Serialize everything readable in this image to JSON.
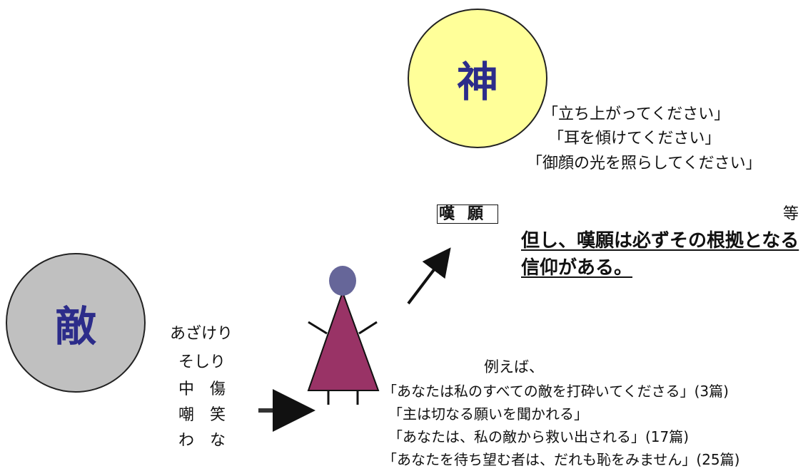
{
  "colors": {
    "god_fill": "#ffff99",
    "enemy_fill": "#c0c0c0",
    "label_color": "#2c2c8a",
    "person_body": "#993366",
    "person_head": "#666699"
  },
  "god": {
    "label": "神"
  },
  "enemy": {
    "label": "敵"
  },
  "petitions": [
    "「立ち上がってください」",
    "「耳を傾けてください」",
    "「御顔の光を照らしてください」"
  ],
  "lament": {
    "label": "嘆願",
    "etc": "等"
  },
  "note": {
    "line1": "但し、嘆願は必ずその根拠となる",
    "line2": "信仰がある。"
  },
  "enemy_actions": [
    "あざけり",
    "そしり",
    "中　傷",
    "嘲　笑",
    "わ　な"
  ],
  "examples": {
    "heading": "例えば、",
    "items": [
      "「あなたは私のすべての敵を打砕いてくださる」(3篇)",
      "「主は切なる願いを聞かれる」",
      "「あなたは、私の敵から救い出される」(17篇)",
      "「あなたを待ち望む者は、だれも恥をみません」(25篇)"
    ]
  }
}
